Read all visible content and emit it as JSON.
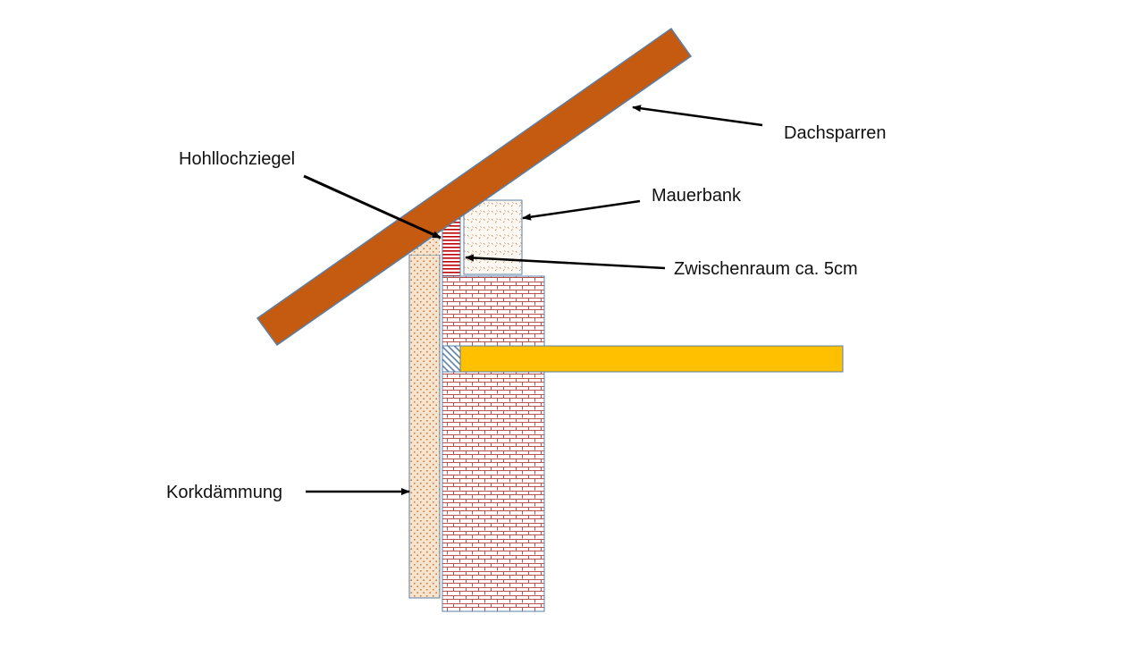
{
  "labels": {
    "rafter": "Dachsparren",
    "perforated_brick": "Hohllochziegel",
    "wall_plate": "Mauerbank",
    "gap": "Zwischenraum ca. 5cm",
    "cork_insulation": "Korkdämmung"
  },
  "colors": {
    "rafter_fill": "#c55a11",
    "rafter_stroke": "#5b7fa6",
    "beam_fill": "#ffc000",
    "brick_line": "#c0504d",
    "perforated_brick_line": "#c00000",
    "cork_fill": "#f7e4cf",
    "cork_dot": "#c97a3a",
    "wall_plate_dot": "#b07a4a",
    "outline": "#5b7fa6",
    "arrow": "#000000"
  }
}
